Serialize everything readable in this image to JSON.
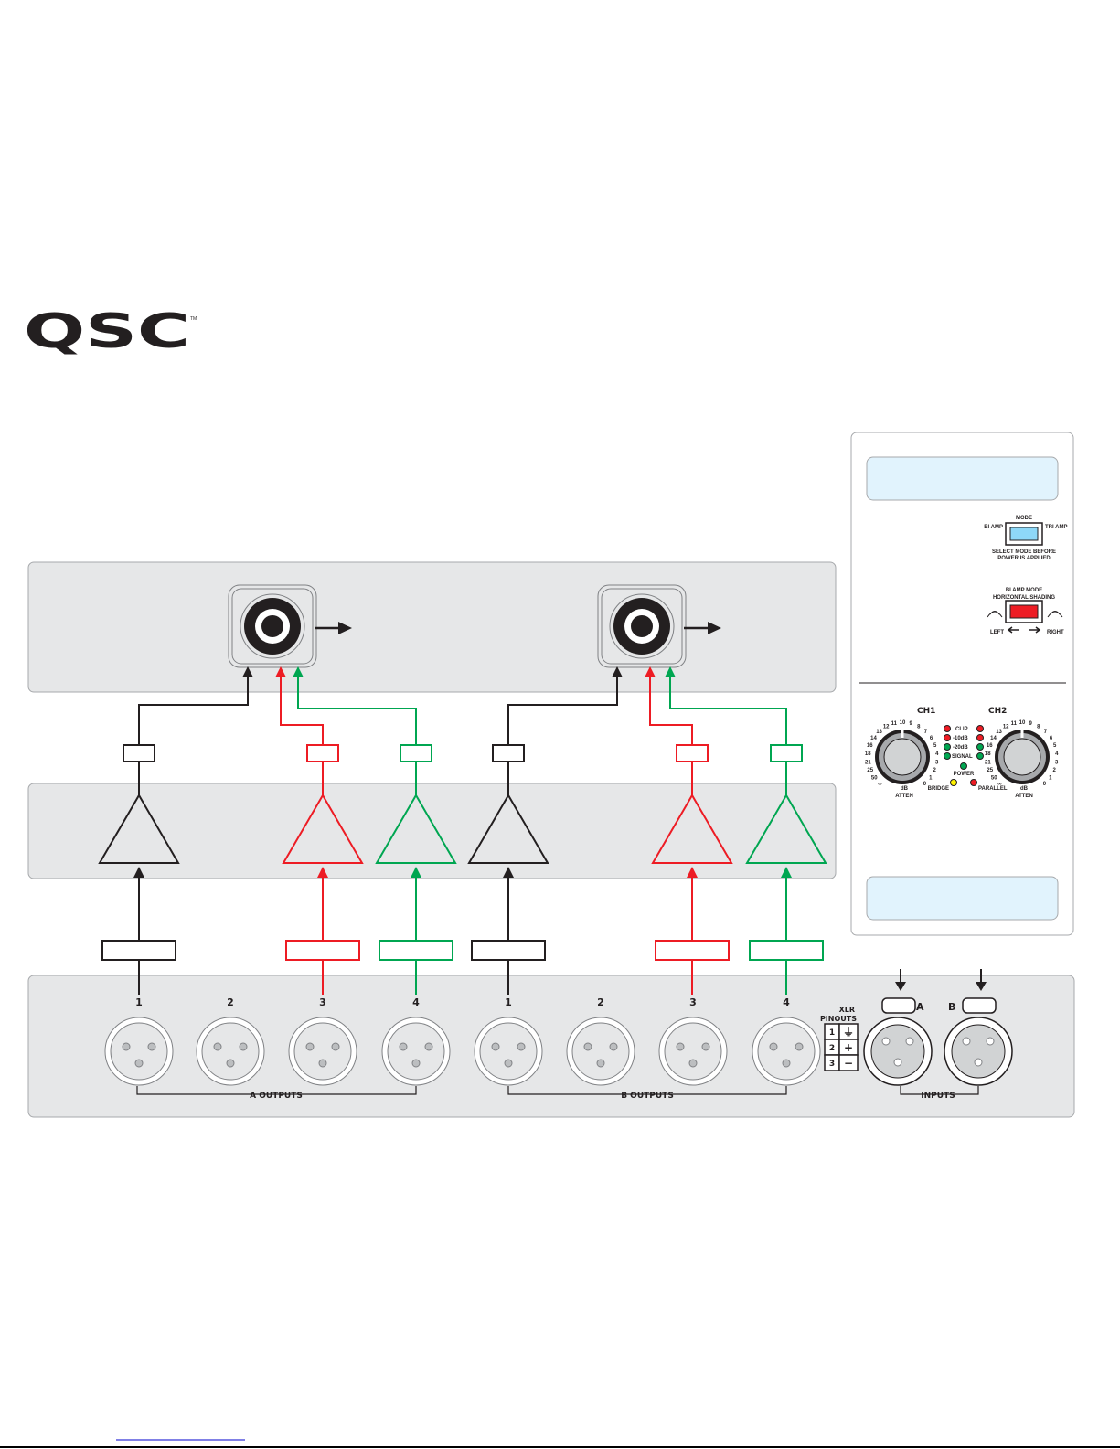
{
  "logo": {
    "text": "QSC",
    "tm": "TM"
  },
  "colors": {
    "black": "#231f20",
    "red": "#ed1c24",
    "green": "#00a651",
    "panel": "#e6e7e8",
    "info_box": "#e1f3fd"
  },
  "outputs": {
    "a_label": "A OUTPUTS",
    "b_label": "B OUTPUTS",
    "numbers": [
      "1",
      "2",
      "3",
      "4",
      "1",
      "2",
      "3",
      "4"
    ]
  },
  "inputs": {
    "label": "INPUTS",
    "a": "A",
    "b": "B"
  },
  "pinouts": {
    "title1": "XLR",
    "title2": "PINOUTS",
    "rows": [
      {
        "pin": "1",
        "sig": "⏚"
      },
      {
        "pin": "2",
        "sig": "+"
      },
      {
        "pin": "3",
        "sig": "−"
      }
    ]
  },
  "side_panel": {
    "mode_switch": {
      "title": "MODE",
      "left": "BI AMP",
      "right": "TRI AMP",
      "note1": "SELECT MODE BEFORE",
      "note2": "POWER IS APPLIED"
    },
    "shading_switch": {
      "title1": "BI AMP MODE",
      "title2": "HORIZONTAL SHADING",
      "left": "LEFT",
      "right": "RIGHT"
    },
    "front": {
      "ch1": "CH1",
      "ch2": "CH2",
      "leds": [
        "CLIP",
        "-10dB",
        "-20dB",
        "SIGNAL"
      ],
      "power": "POWER",
      "bridge": "BRIDGE",
      "parallel": "PARALLEL",
      "atten1": "dB",
      "atten2": "ATTEN",
      "scale": [
        "∞",
        "50",
        "25",
        "21",
        "18",
        "16",
        "14",
        "13",
        "12",
        "11",
        "10",
        "9",
        "8",
        "7",
        "6",
        "5",
        "4",
        "3",
        "2",
        "1",
        "0"
      ]
    }
  }
}
